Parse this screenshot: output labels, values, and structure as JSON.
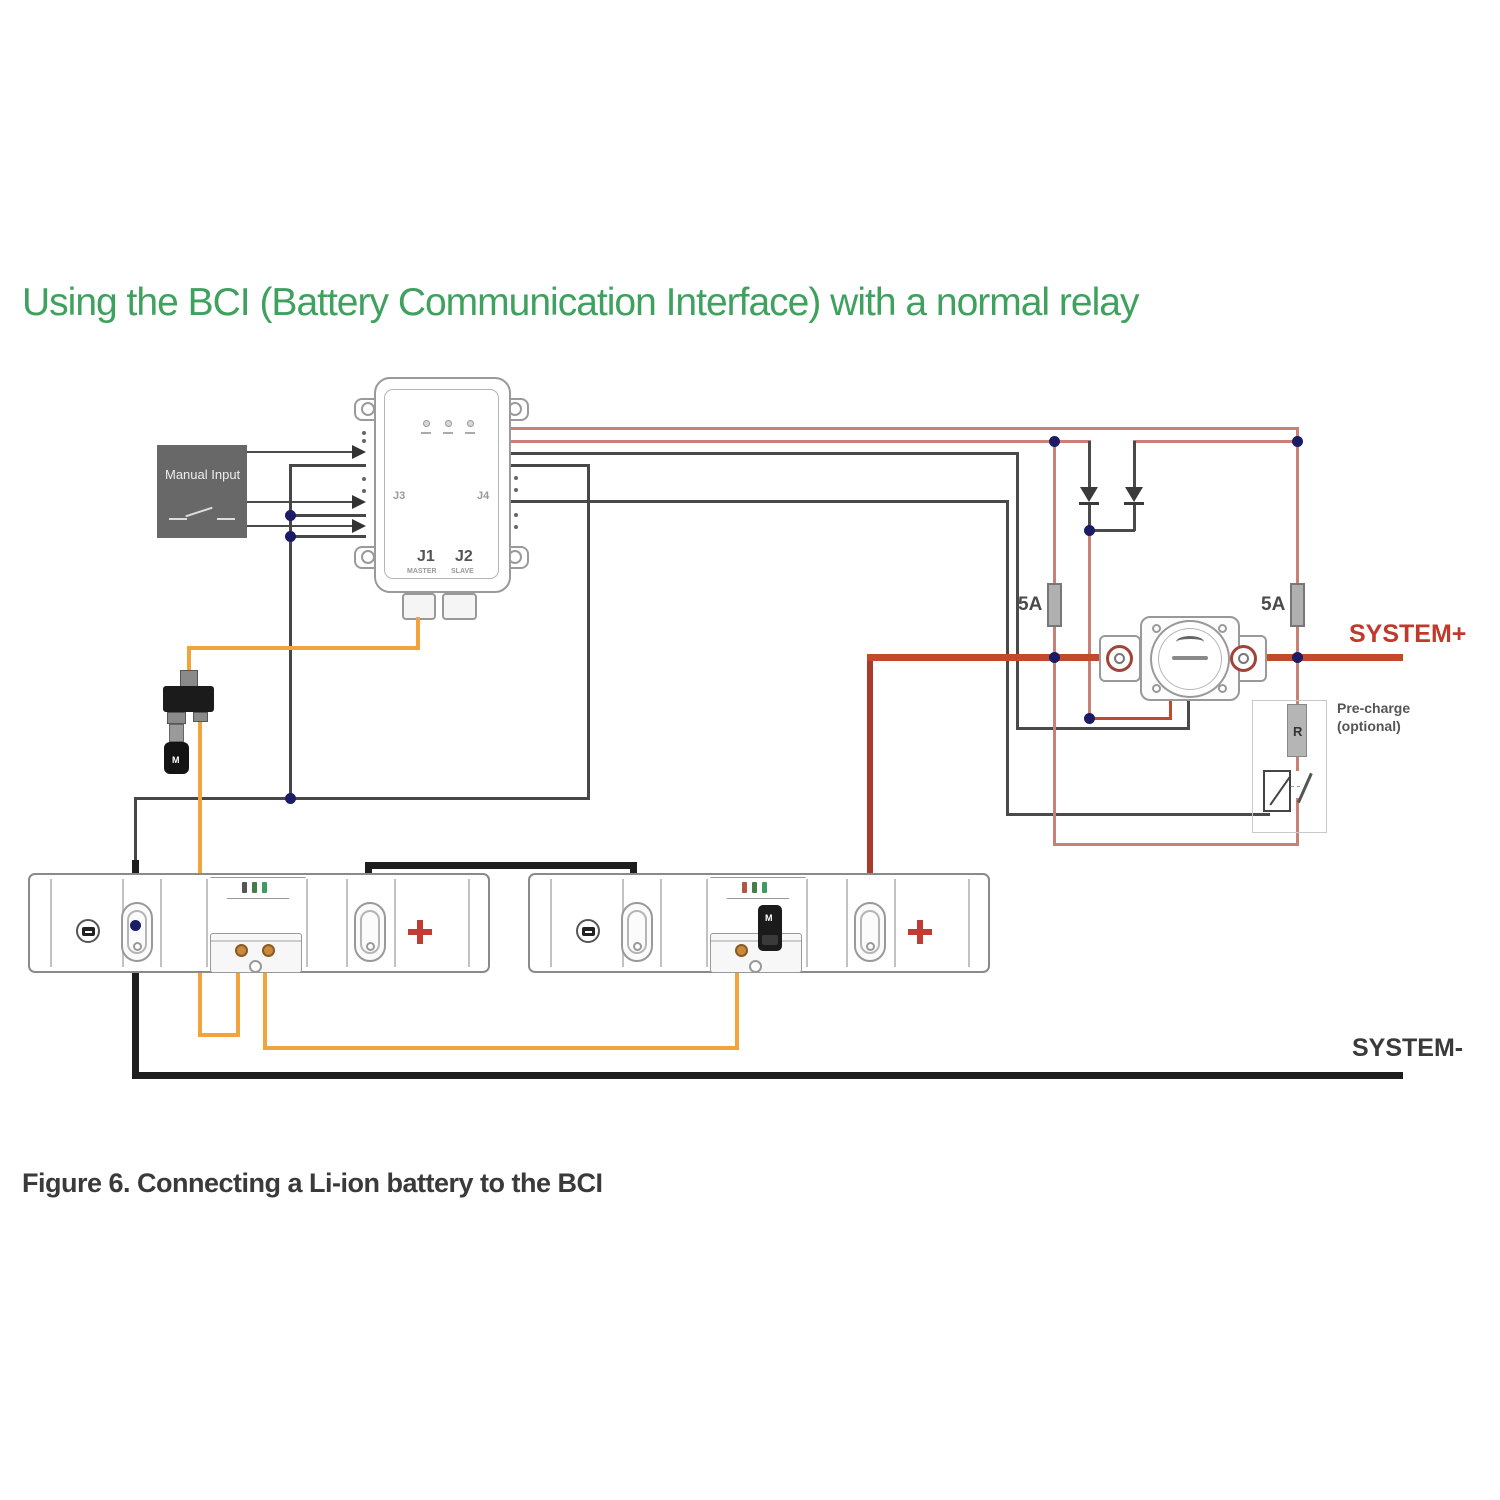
{
  "title": "Using the BCI (Battery Communication Interface) with a normal relay",
  "caption": "Figure 6. Connecting a Li-ion battery to the BCI",
  "colors": {
    "title_green": "#3EA15E",
    "wire_salmon": "#c98175",
    "system_plus_bus": "#c2492c",
    "battery_cable_red": "#a93b2a",
    "comm_orange": "#f2a33c",
    "cable_black": "#1d1d1d",
    "junction_navy": "#1c1c66",
    "system_plus_text": "#c0392b",
    "system_minus_text": "#3a3a3a"
  },
  "bci": {
    "j1": "J1",
    "j1_sub": "MASTER",
    "j2": "J2",
    "j2_sub": "SLAVE",
    "j3": "J3",
    "j4": "J4"
  },
  "manual_input": {
    "label": "Manual Input"
  },
  "fuses": {
    "left": "5A",
    "right": "5A"
  },
  "precharge": {
    "line1": "Pre-charge",
    "line2": "(optional)",
    "resistor": "R"
  },
  "system": {
    "plus": "SYSTEM+",
    "minus": "SYSTEM-"
  },
  "splitter": {
    "terminator": "M"
  },
  "battery2": {
    "terminator": "M"
  }
}
